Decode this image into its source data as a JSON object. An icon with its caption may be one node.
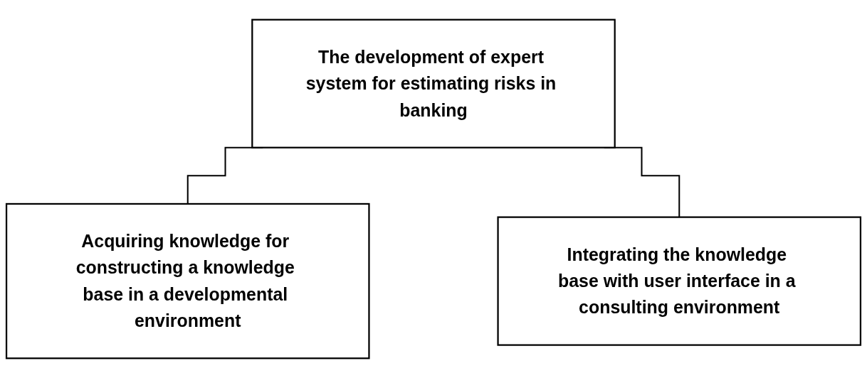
{
  "diagram": {
    "nodes": [
      {
        "text": [
          "The development of expert system for estimating risks in banking"
        ]
      },
      {
        "text": [
          "Acquiring knowledge for constructing a knowledge base in a developmental environment"
        ]
      },
      {
        "text": [
          "Integrating the knowledge base with user interface in a consulting environment"
        ]
      }
    ],
    "edges": [
      {
        "from": 0,
        "to": 1,
        "arrow": "none"
      },
      {
        "from": 0,
        "to": 2,
        "arrow": "none"
      }
    ]
  }
}
